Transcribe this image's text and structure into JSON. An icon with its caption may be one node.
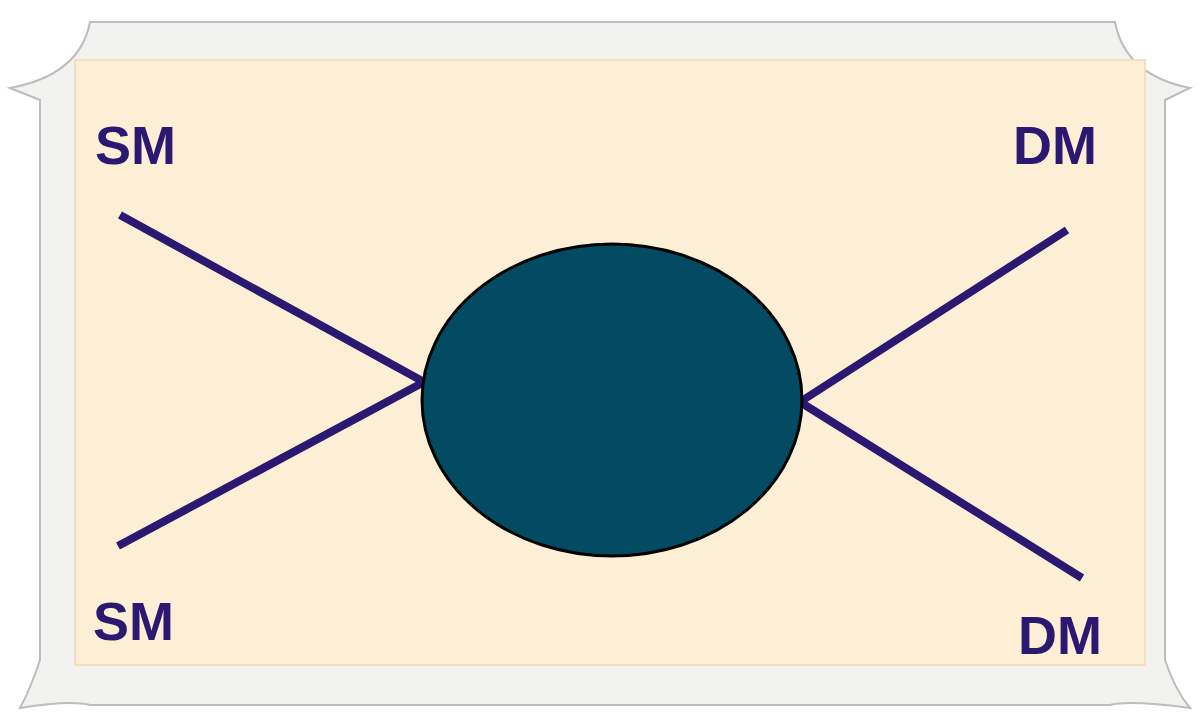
{
  "diagram": {
    "nodes": [
      {
        "text": [
          "SM"
        ]
      },
      {
        "text": [
          "SM"
        ]
      },
      {
        "text": [],
        "shape": "circle"
      },
      {
        "text": [
          "DM"
        ]
      },
      {
        "text": [
          "DM"
        ]
      }
    ],
    "edges": [
      {
        "from": 0,
        "to": 2,
        "arrow": "none"
      },
      {
        "from": 1,
        "to": 2,
        "arrow": "none"
      },
      {
        "from": 2,
        "to": 3,
        "arrow": "none"
      },
      {
        "from": 2,
        "to": 4,
        "arrow": "none"
      }
    ]
  }
}
